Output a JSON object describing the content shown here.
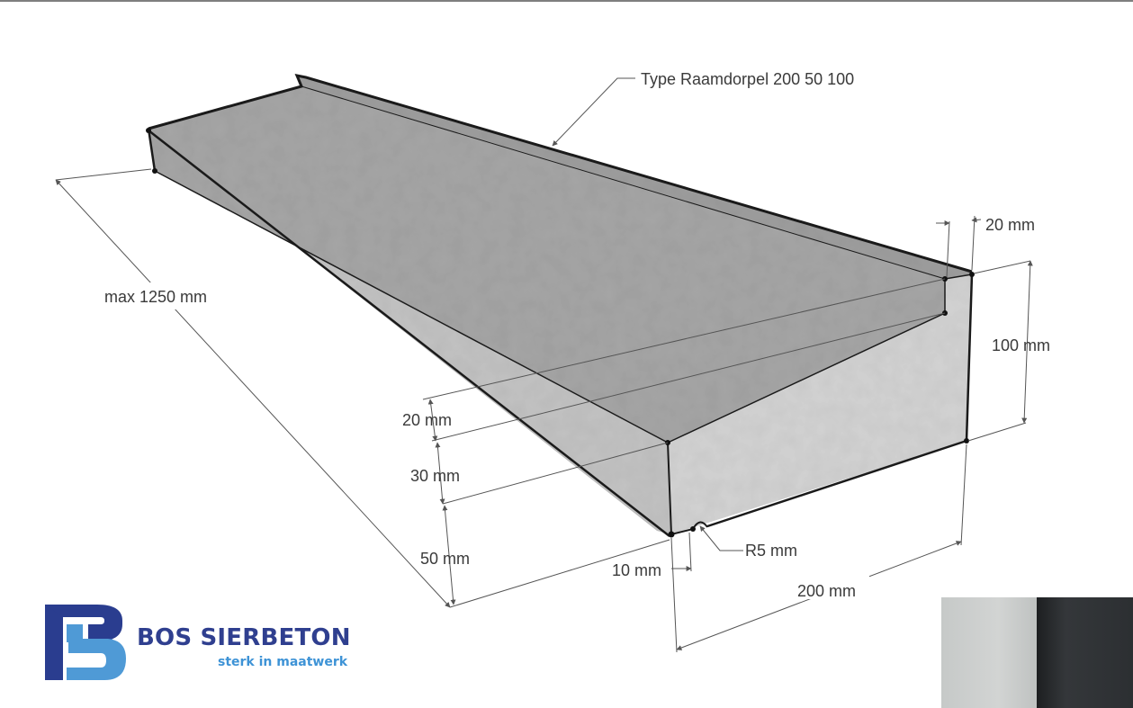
{
  "product_label": "Type Raamdorpel 200 50 100",
  "dimensions": {
    "length": "max 1250 mm",
    "upstand_width": "20 mm",
    "total_height": "100 mm",
    "upstand_height": "20 mm",
    "slope_drop": "30 mm",
    "front_height": "50 mm",
    "drip_offset": "10 mm",
    "drip_radius": "R5 mm",
    "depth": "200 mm"
  },
  "brand": {
    "name": "BOS SIERBETON",
    "tagline": "sterk in maatwerk",
    "primary_color": "#2f3f8f",
    "accent_color": "#3e93d6"
  },
  "color_samples": [
    {
      "name": "light-grey",
      "color": "#c9cccb"
    },
    {
      "name": "anthracite",
      "color": "#2f3235"
    }
  ]
}
